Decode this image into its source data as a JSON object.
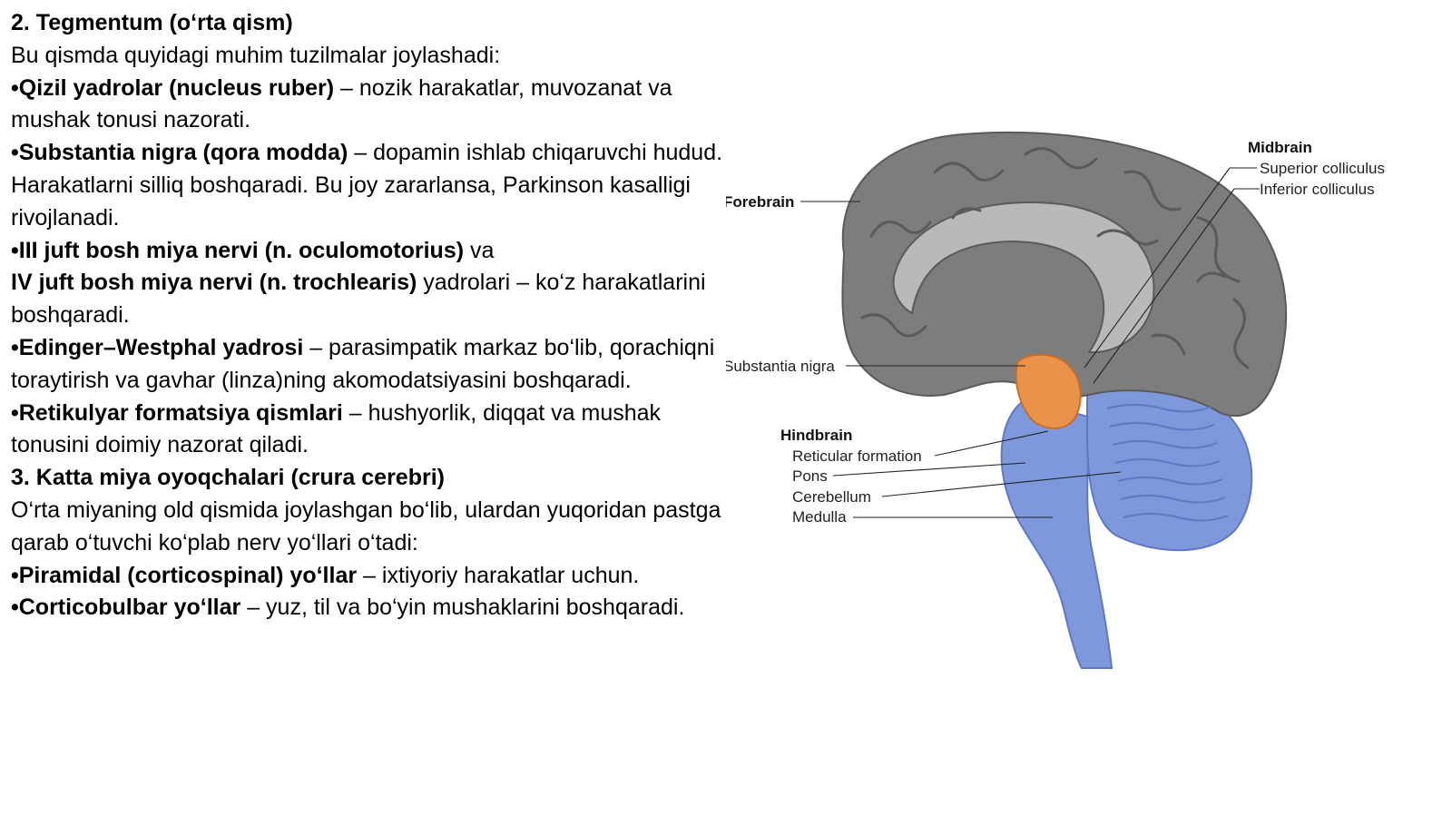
{
  "text": {
    "h1": "2. Tegmentum (o‘rta qism)",
    "intro": "Bu qismda quyidagi muhim tuzilmalar joylashadi:",
    "b1_bold": "•Qizil yadrolar (nucleus ruber)",
    "b1_rest": " – nozik harakatlar, muvozanat va mushak tonusi nazorati.",
    "b2_bold": "•Substantia nigra (qora modda)",
    "b2_rest": " – dopamin ishlab chiqaruvchi hudud. Harakatlarni silliq boshqaradi. Bu joy zararlansa, Parkinson kasalligi rivojlanadi.",
    "b3_bold": "•III juft bosh miya nervi (n. oculomotorius)",
    "b3_rest": " va",
    "b3b_bold": "IV juft bosh miya nervi (n. trochlearis)",
    "b3b_rest": " yadrolari – ko‘z harakatlarini boshqaradi.",
    "b4_bold": "•Edinger–Westphal yadrosi",
    "b4_rest": " – parasimpatik markaz bo‘lib, qorachiqni toraytirish va gavhar (linza)ning akomodatsiyasini boshqaradi.",
    "b5_bold": "•Retikulyar formatsiya qismlari",
    "b5_rest": " – hushyorlik, diqqat va mushak tonusini doimiy nazorat qiladi.",
    "h2": "3. Katta miya oyoqchalari (crura cerebri)",
    "p2": "O‘rta miyaning old qismida joylashgan bo‘lib, ulardan yuqoridan pastga qarab o‘tuvchi ko‘plab nerv yo‘llari o‘tadi:",
    "b6_bold": "•Piramidal (corticospinal) yo‘llar",
    "b6_rest": " – ixtiyoriy harakatlar uchun.",
    "b7_bold": "•Corticobulbar yo‘llar",
    "b7_rest": " – yuz, til va bo‘yin mushaklarini boshqaradi."
  },
  "figure": {
    "labels": {
      "forebrain": "Forebrain",
      "midbrain": "Midbrain",
      "superior_colliculus": "Superior colliculus",
      "inferior_colliculus": "Inferior colliculus",
      "substantia_nigra": "Substantia nigra",
      "hindbrain": "Hindbrain",
      "reticular_formation": "Reticular formation",
      "pons": "Pons",
      "cerebellum": "Cerebellum",
      "medulla": "Medulla"
    },
    "colors": {
      "cortex": "#7d7d7d",
      "cortex_dark": "#5a5a5a",
      "inner": "#b9b9b9",
      "midbrain": "#e8924a",
      "hindbrain": "#7f98dc",
      "hindbrain_dark": "#5f78c4"
    }
  }
}
